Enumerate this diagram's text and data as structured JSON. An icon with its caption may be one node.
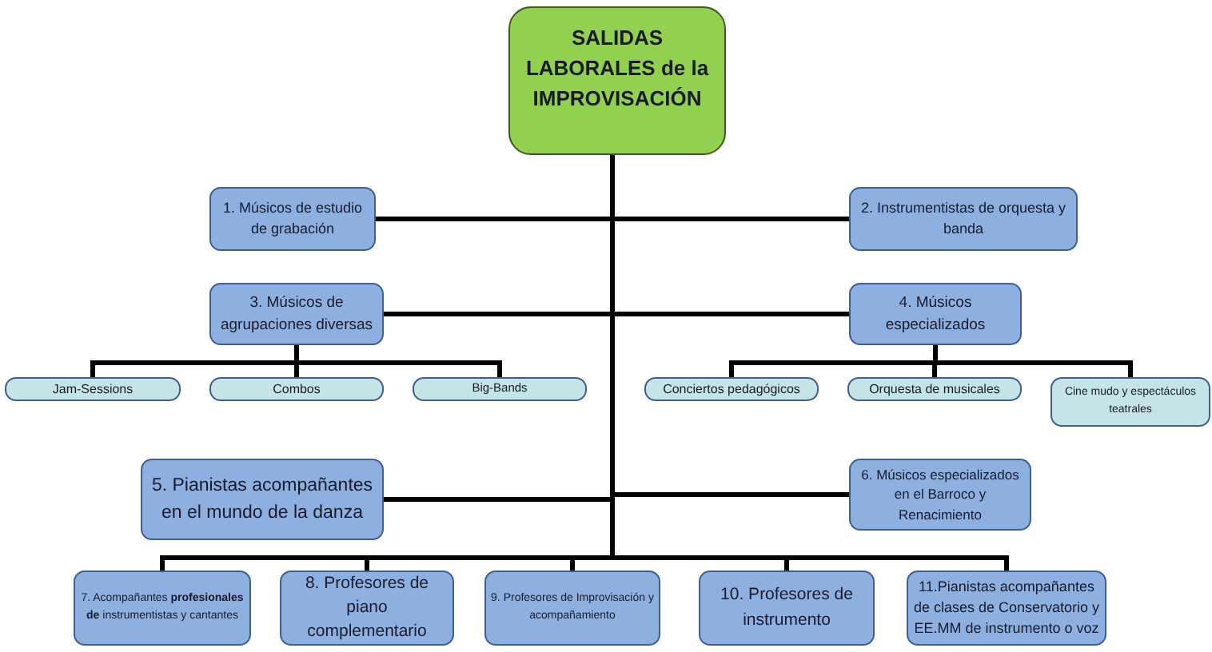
{
  "diagram": {
    "nodes": [
      {
        "text": [
          "SALIDAS LABORALES de la IMPROVISACIÓN"
        ]
      },
      {
        "text": [
          "1. Músicos de estudio de grabación"
        ]
      },
      {
        "text": [
          "2. Instrumentistas de orquesta y banda"
        ]
      },
      {
        "text": [
          "3. Músicos de agrupaciones diversas"
        ]
      },
      {
        "text": [
          "4. Músicos especializados"
        ]
      },
      {
        "text": [
          "Jam-Sessions"
        ]
      },
      {
        "text": [
          "Combos"
        ]
      },
      {
        "text": [
          "Big-Bands"
        ]
      },
      {
        "text": [
          "Conciertos pedagógicos"
        ]
      },
      {
        "text": [
          "Orquesta de musicales"
        ]
      },
      {
        "text": [
          "Cine mudo y espectáculos teatrales"
        ]
      },
      {
        "text": [
          "5. Pianistas acompañantes en el mundo de la danza"
        ]
      },
      {
        "text": [
          "6. Músicos especializados en el Barroco y Renacimiento"
        ]
      },
      {
        "text": [
          "7. Acompañantes **profesionales de** instrumentistas y cantantes"
        ]
      },
      {
        "text": [
          "8. Profesores de piano complementario"
        ]
      },
      {
        "text": [
          "9. Profesores de Improvisación y acompañamiento"
        ]
      },
      {
        "text": [
          "10. Profesores de instrumento"
        ]
      },
      {
        "text": [
          "11.Pianistas acompañantes de clases de Conservatorio y EE.MM de instrumento o voz"
        ]
      }
    ],
    "edges": [
      {
        "from": 0,
        "to": 1,
        "arrow": "none"
      },
      {
        "from": 0,
        "to": 2,
        "arrow": "none"
      },
      {
        "from": 0,
        "to": 3,
        "arrow": "none"
      },
      {
        "from": 0,
        "to": 4,
        "arrow": "none"
      },
      {
        "from": 3,
        "to": 5,
        "arrow": "none"
      },
      {
        "from": 3,
        "to": 6,
        "arrow": "none"
      },
      {
        "from": 3,
        "to": 7,
        "arrow": "none"
      },
      {
        "from": 4,
        "to": 8,
        "arrow": "none"
      },
      {
        "from": 4,
        "to": 9,
        "arrow": "none"
      },
      {
        "from": 4,
        "to": 10,
        "arrow": "none"
      },
      {
        "from": 0,
        "to": 11,
        "arrow": "none"
      },
      {
        "from": 0,
        "to": 12,
        "arrow": "none"
      },
      {
        "from": 0,
        "to": 13,
        "arrow": "none"
      },
      {
        "from": 0,
        "to": 14,
        "arrow": "none"
      },
      {
        "from": 0,
        "to": 15,
        "arrow": "none"
      },
      {
        "from": 0,
        "to": 16,
        "arrow": "none"
      },
      {
        "from": 0,
        "to": 17,
        "arrow": "none"
      }
    ]
  }
}
